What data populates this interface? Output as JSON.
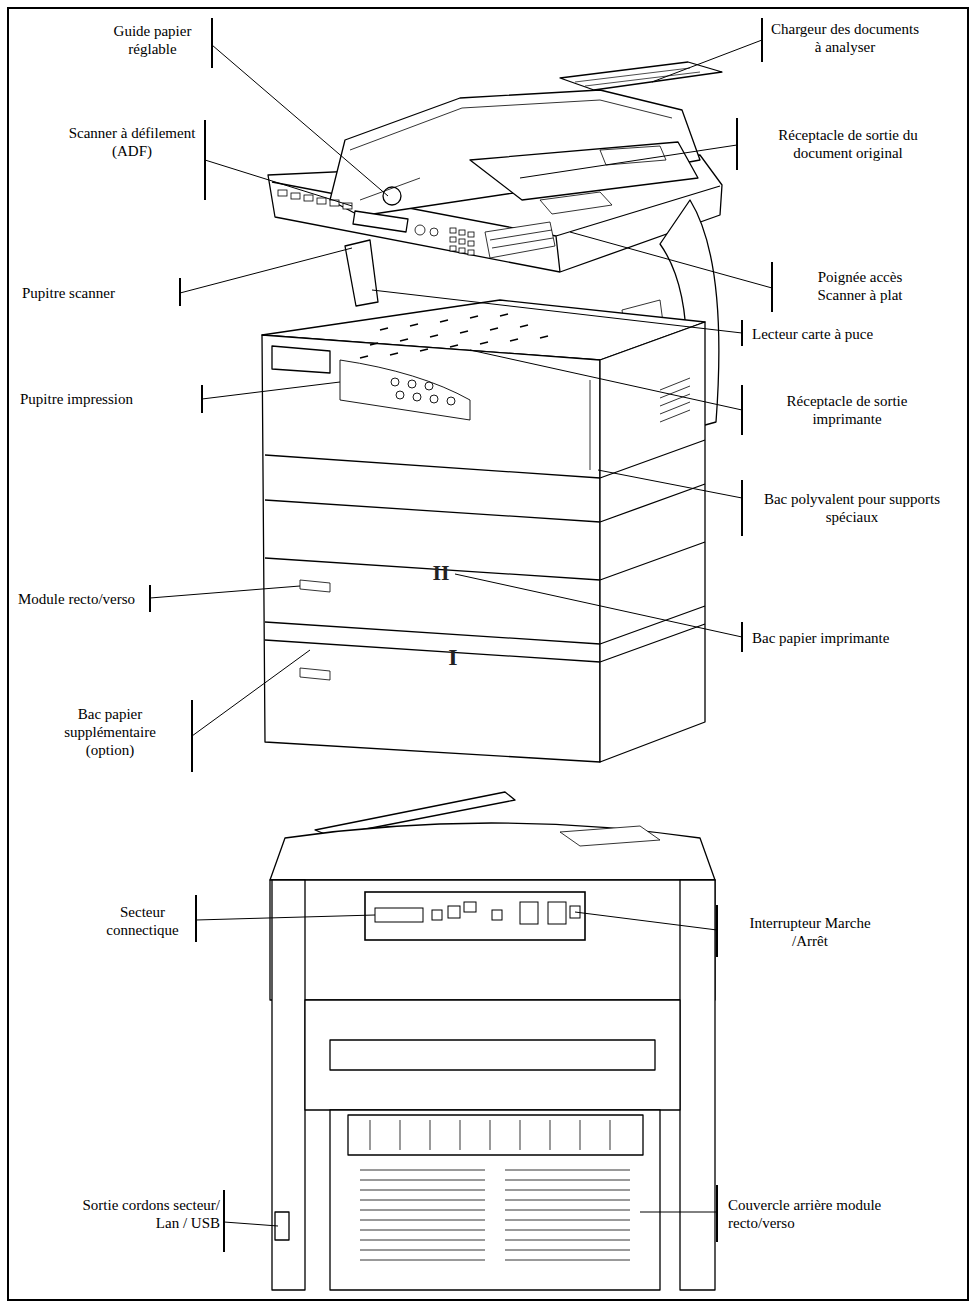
{
  "diagram": {
    "labels": [
      "Guide papier réglable",
      "Chargeur des documents à analyser",
      "Scanner à défilement (ADF)",
      "Réceptacle de sortie du document original",
      "Pupitre scanner",
      "Poignée accès Scanner à plat",
      "Lecteur carte à puce",
      "Pupitre impression",
      "Réceptacle de sortie imprimante",
      "Bac polyvalent pour supports spéciaux",
      "Module recto/verso",
      "Bac papier imprimante",
      "Bac papier supplémentaire (option)",
      "Secteur connectique",
      "Interrupteur Marche /Arrêt",
      "Sortie cordons secteur/ Lan / USB",
      "Couvercle arrière module recto/verso",
      "II",
      "I"
    ]
  }
}
